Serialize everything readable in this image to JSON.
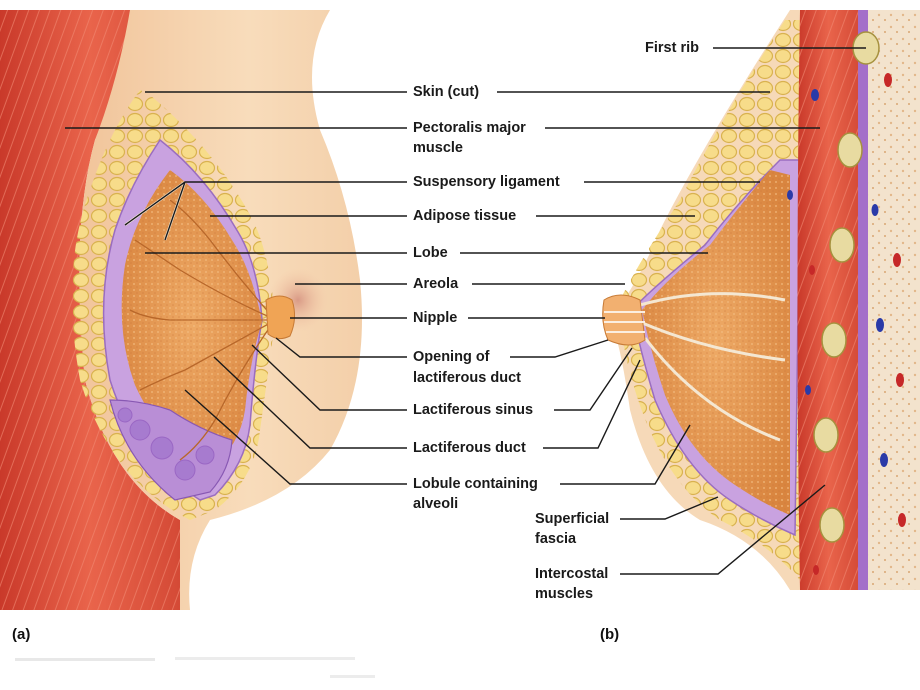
{
  "labels": {
    "first_rib": "First rib",
    "skin_cut": "Skin (cut)",
    "pectoralis_1": "Pectoralis major",
    "pectoralis_2": "muscle",
    "suspensory": "Suspensory ligament",
    "adipose": "Adipose tissue",
    "lobe": "Lobe",
    "areola": "Areola",
    "nipple": "Nipple",
    "opening_1": "Opening of",
    "opening_2": "lactiferous duct",
    "sinus": "Lactiferous sinus",
    "duct": "Lactiferous duct",
    "lobule_1": "Lobule containing",
    "lobule_2": "alveoli",
    "superficial_1": "Superficial",
    "superficial_2": "fascia",
    "intercostal_1": "Intercostal",
    "intercostal_2": "muscles"
  },
  "panels": {
    "a": "(a)",
    "b": "(b)"
  },
  "colors": {
    "muscle": "#e0553f",
    "skin": "#f6d0a8",
    "adipose": "#f5d57c",
    "gland": "#e59a52",
    "fascia": "#b98ed6",
    "leader_line": "#1a1a1a"
  }
}
